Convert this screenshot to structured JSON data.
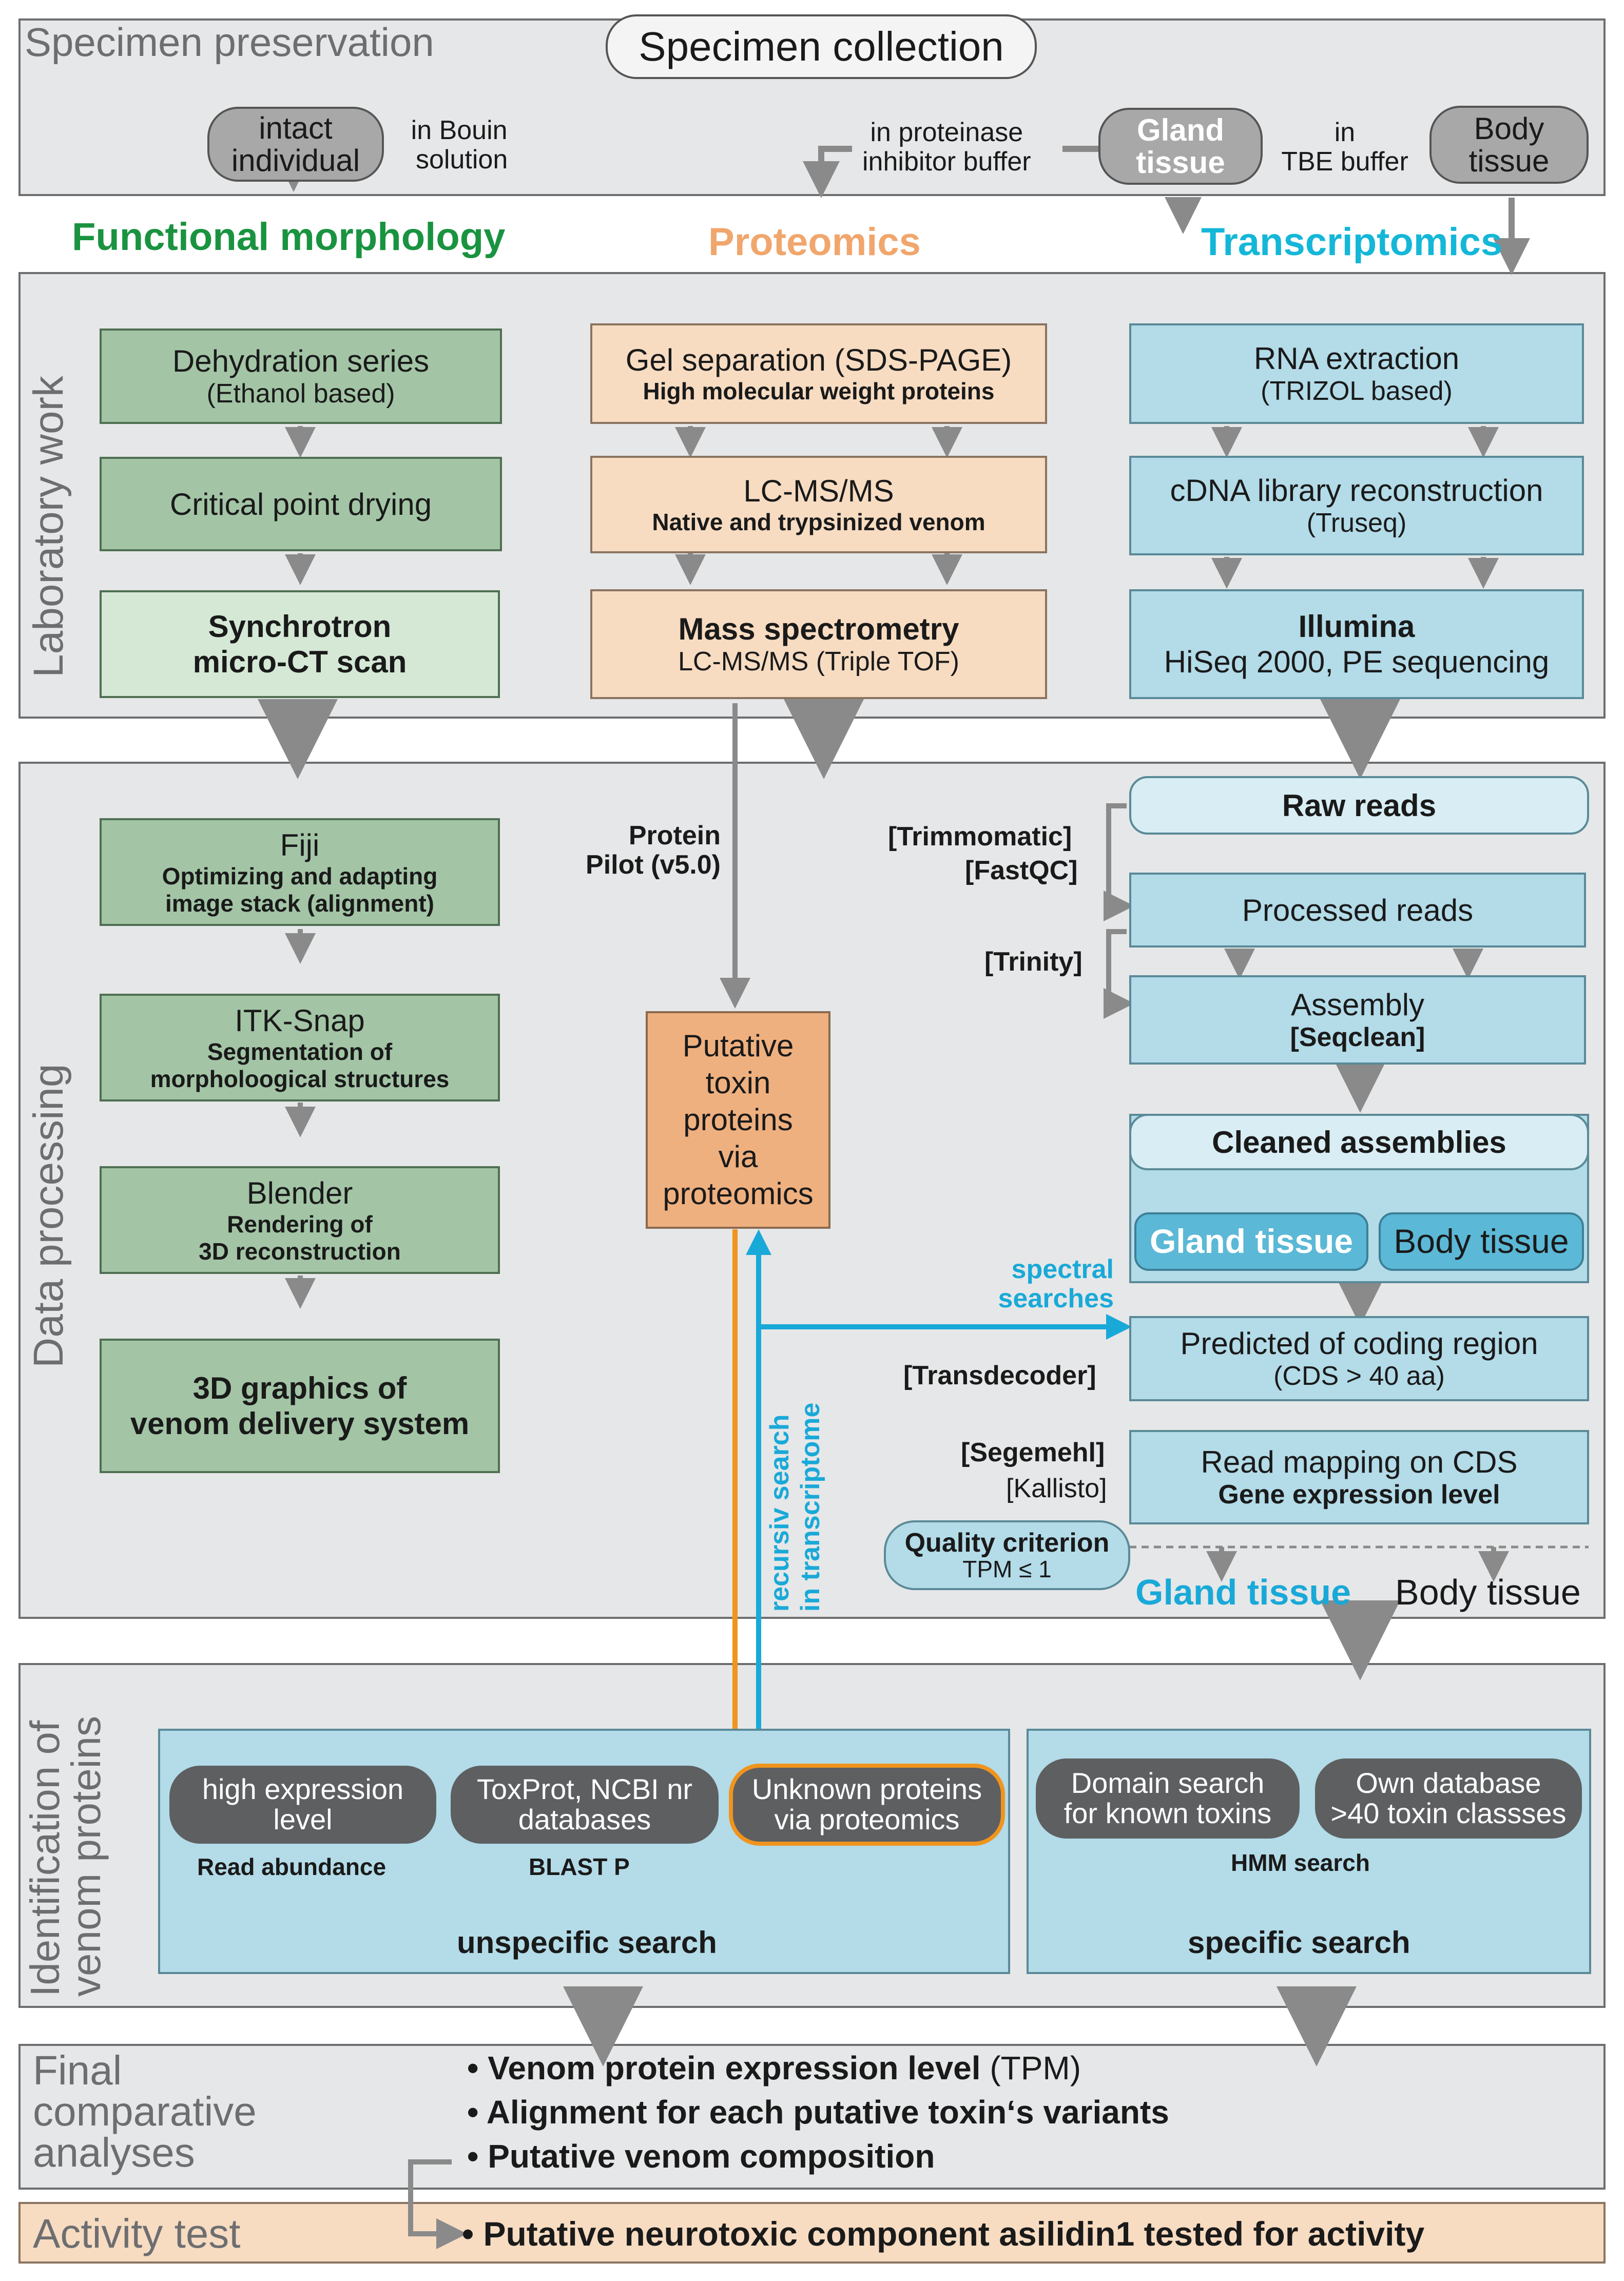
{
  "preservation": {
    "section_label": "Specimen preservation",
    "collection": "Specimen collection",
    "intact_line1": "intact",
    "intact_line2": "individual",
    "bouin_line1": "in Bouin",
    "bouin_line2": "solution",
    "proteinase_line1": "in proteinase",
    "proteinase_line2": "inhibitor buffer",
    "gland_line1": "Gland",
    "gland_line2": "tissue",
    "tbe_line1": "in",
    "tbe_line2": "TBE buffer",
    "body_line1": "Body",
    "body_line2": "tissue"
  },
  "columns": {
    "morphology": "Functional morphology",
    "proteomics": "Proteomics",
    "transcriptomics": "Transcriptomics"
  },
  "colors": {
    "morphology": "#1a9340",
    "proteomics": "#f0a66c",
    "transcriptomics": "#14b7d8",
    "orange_arrow": "#f0941e",
    "blue_arrow": "#19a9d8"
  },
  "lab": {
    "section_label": "Laboratory work",
    "dehydration_title": "Dehydration series",
    "dehydration_sub": "(Ethanol based)",
    "cpd": "Critical point drying",
    "synchrotron_line1": "Synchrotron",
    "synchrotron_line2": "micro-CT scan",
    "gel_title": "Gel separation (SDS-PAGE)",
    "gel_sub": "High molecular weight proteins",
    "lcms_title": "LC-MS/MS",
    "lcms_sub": "Native and trypsinized venom",
    "ms_title": "Mass spectrometry",
    "ms_sub": "LC-MS/MS (Triple TOF)",
    "rna_title": "RNA extraction",
    "rna_sub": "(TRIZOL based)",
    "cdna_title": "cDNA library reconstruction",
    "cdna_sub": "(Truseq)",
    "illumina_title": "Illumina",
    "illumina_sub": "HiSeq 2000, PE sequencing"
  },
  "processing": {
    "section_label": "Data processing",
    "fiji_title": "Fiji",
    "fiji_sub1": "Optimizing and adapting",
    "fiji_sub2": "image stack (alignment)",
    "itk_title": "ITK-Snap",
    "itk_sub1": "Segmentation of",
    "itk_sub2": "morpholoogical structures",
    "blender_title": "Blender",
    "blender_sub1": "Rendering of",
    "blender_sub2": "3D reconstruction",
    "graphics_line1": "3D graphics of",
    "graphics_line2": "venom delivery system",
    "protein_pilot_line1": "Protein",
    "protein_pilot_line2": "Pilot (v5.0)",
    "putative_line1": "Putative",
    "putative_line2": "toxin",
    "putative_line3": "proteins",
    "putative_line4": "via",
    "putative_line5": "proteomics",
    "trimmomatic": "[Trimmomatic]",
    "fastqc": "[FastQC]",
    "trinity": "[Trinity]",
    "raw_reads": "Raw reads",
    "processed_reads": "Processed reads",
    "assembly_title": "Assembly",
    "assembly_sub": "[Seqclean]",
    "cleaned_assemblies": "Cleaned assemblies",
    "gland_tissue": "Gland tissue",
    "body_tissue": "Body tissue",
    "spectral_line1": "spectral",
    "spectral_line2": "searches",
    "transdecoder": "[Transdecoder]",
    "predicted_title": "Predicted of coding region",
    "predicted_sub": "(CDS > 40 aa)",
    "segemehl": "[Segemehl]",
    "kallisto": "[Kallisto]",
    "readmap_title": "Read mapping on CDS",
    "readmap_sub": "Gene expression level",
    "quality_title": "Quality criterion",
    "quality_sub": "TPM ≤ 1",
    "recursiv_line1": "recursiv search",
    "recursiv_line2": "in transcriptome",
    "gland_tissue_bottom": "Gland tissue",
    "body_tissue_bottom": "Body tissue"
  },
  "identification": {
    "section_label_line1": "Identification of",
    "section_label_line2": "venom proteins",
    "high_expr_line1": "high expression",
    "high_expr_line2": "level",
    "toxprot_line1": "ToxProt, NCBI nr",
    "toxprot_line2": "databases",
    "unknown_line1": "Unknown proteins",
    "unknown_line2": "via proteomics",
    "read_abundance": "Read abundance",
    "blast_p": "BLAST P",
    "unspecific": "unspecific search",
    "domain_line1": "Domain search",
    "domain_line2": "for known toxins",
    "own_db_line1": "Own database",
    "own_db_line2": ">40 toxin classses",
    "hmm": "HMM search",
    "specific": "specific search"
  },
  "final": {
    "label_line1": "Final",
    "label_line2": "comparative",
    "label_line3": "analyses",
    "item1_bold": "• Venom protein expression level",
    "item1_normal": " (TPM)",
    "item2": "• Alignment for each putative toxin‘s variants",
    "item3": "• Putative venom composition"
  },
  "activity": {
    "label": "Activity test",
    "item": "• Putative neurotoxic component asilidin1 tested for activity"
  }
}
